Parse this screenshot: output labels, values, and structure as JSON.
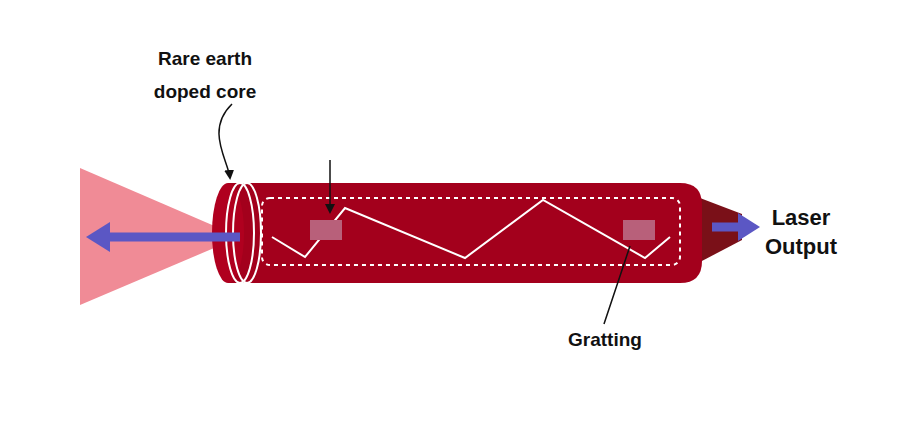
{
  "diagram": {
    "labels": [
      "Rare earth doped core",
      "Laser Output",
      "Gratting"
    ]
  }
}
